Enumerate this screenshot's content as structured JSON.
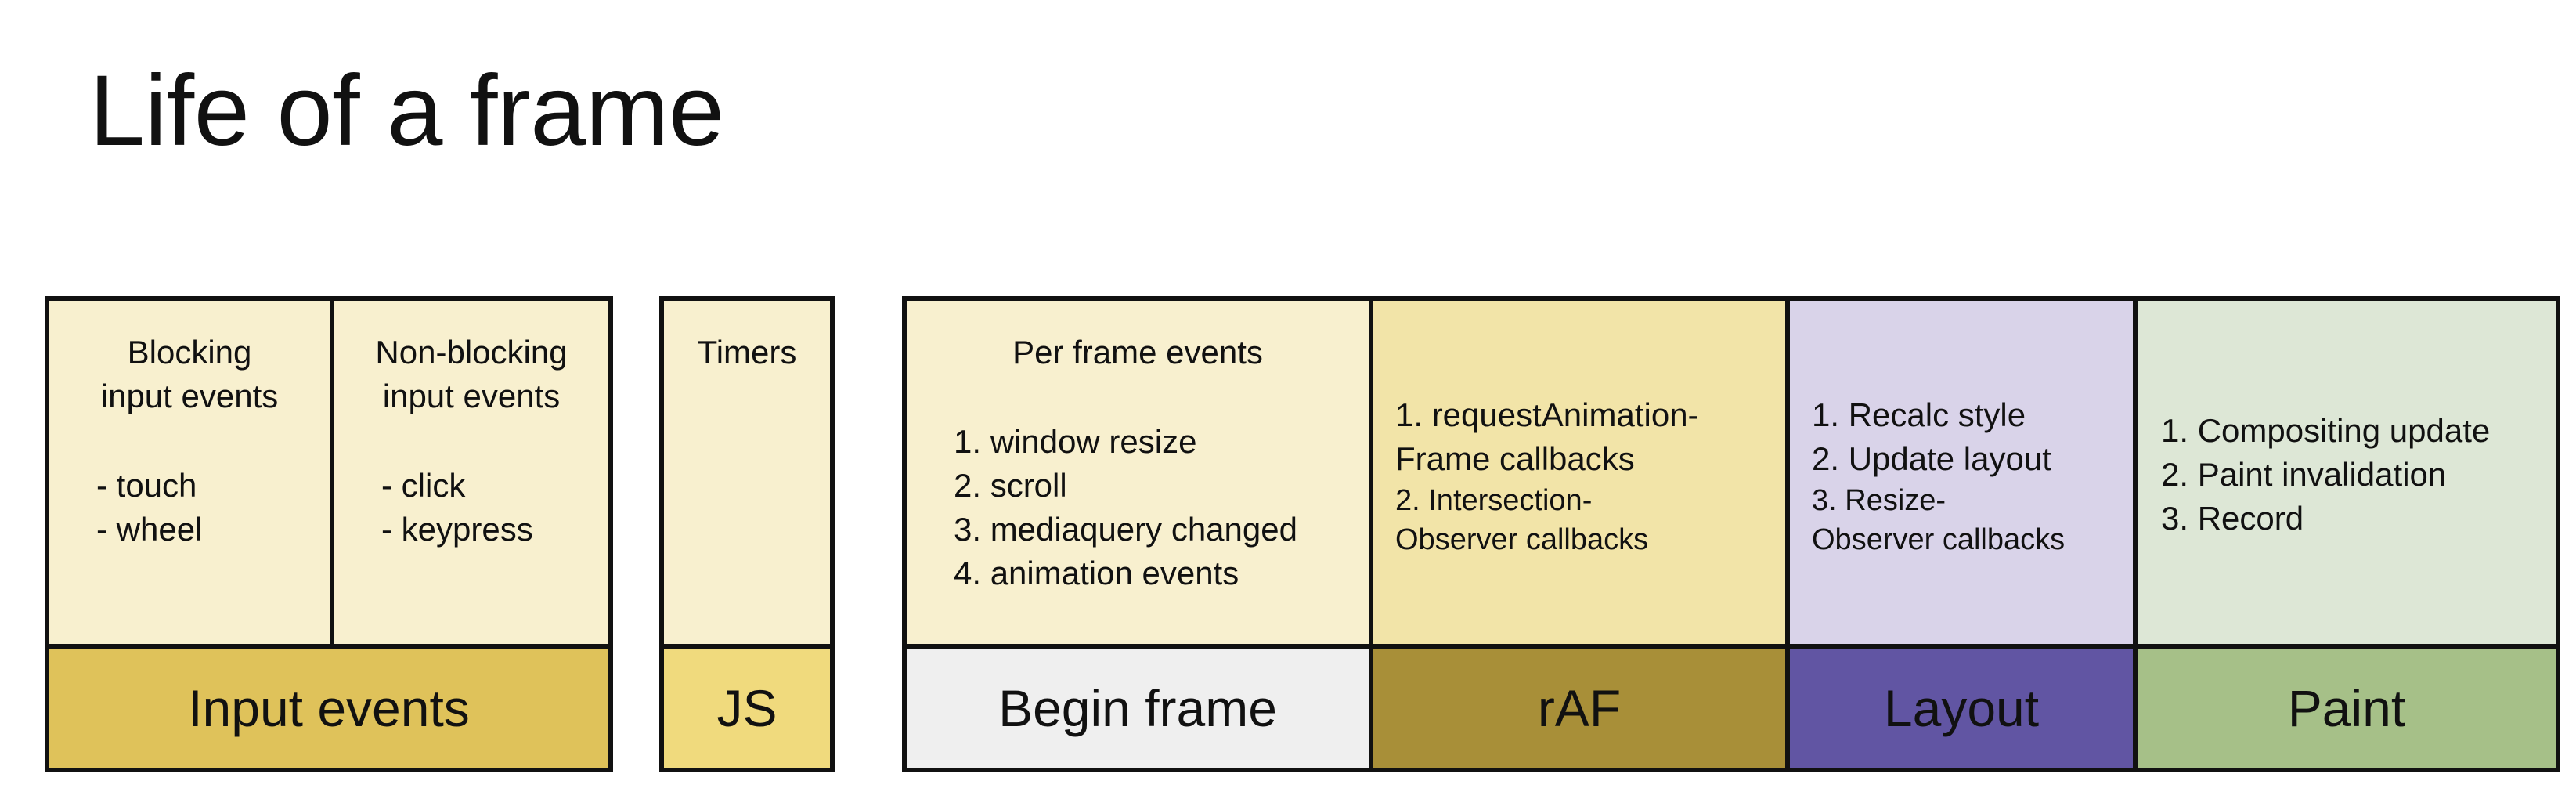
{
  "title": "Life of a frame",
  "groups": {
    "input": {
      "blocking_heading": [
        "Blocking",
        "input events"
      ],
      "blocking_items": [
        "- touch",
        "- wheel"
      ],
      "nonblocking_heading": [
        "Non-blocking",
        "input events"
      ],
      "nonblocking_items": [
        "- click",
        "- keypress"
      ],
      "label": "Input events"
    },
    "js": {
      "heading": "Timers",
      "label": "JS"
    },
    "frame": {
      "begin_heading": "Per frame events",
      "begin_items": [
        "1. window resize",
        "2. scroll",
        "3. mediaquery changed",
        "4. animation events"
      ],
      "begin_label": "Begin frame",
      "raf_items": [
        "1. requestAnimation-",
        "Frame callbacks",
        "2. Intersection-",
        "Observer callbacks"
      ],
      "raf_label": "rAF",
      "layout_items": [
        "1. Recalc style",
        "2. Update layout",
        "3. Resize-",
        "Observer callbacks"
      ],
      "layout_label": "Layout",
      "paint_items": [
        "1. Compositing update",
        "2. Paint invalidation",
        "3. Record"
      ],
      "paint_label": "Paint"
    }
  },
  "colors": {
    "cream": "#f8f0cf",
    "input_gold": "#dfc25a",
    "js_yellow": "#f0da7d",
    "begin_gray": "#efefef",
    "raf_light": "#f2e4a8",
    "raf_dark": "#a88f38",
    "layout_light": "#d9d3e9",
    "layout_dark": "#6155a3",
    "paint_light": "#dde7d6",
    "paint_dark": "#a6c088",
    "border": "#111111"
  }
}
